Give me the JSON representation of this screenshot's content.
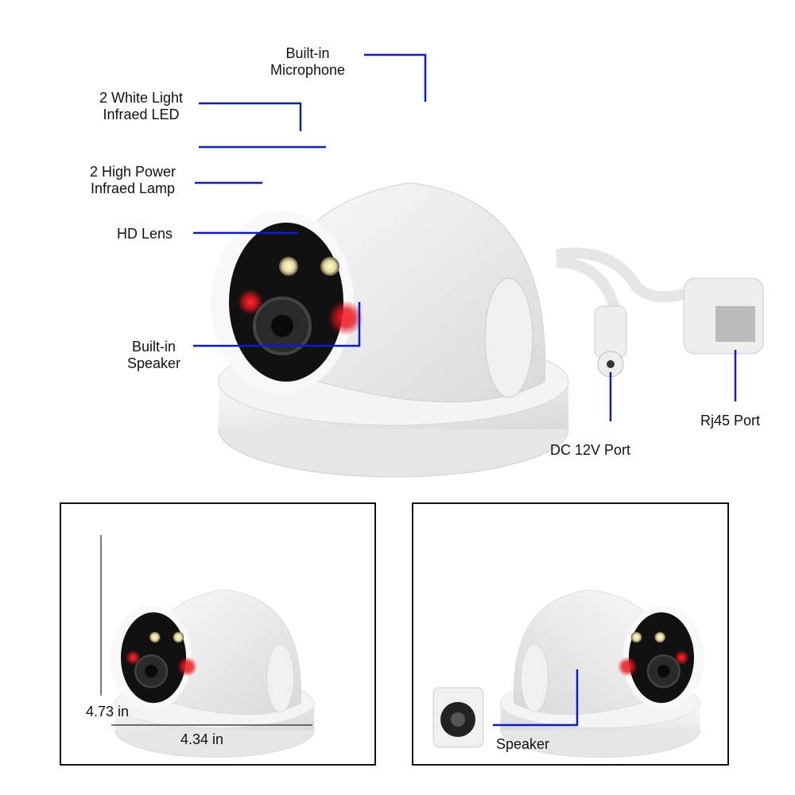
{
  "labels": {
    "microphone_1": "Built-in",
    "microphone_2": "Microphone",
    "white_light_1": "2 White Light",
    "white_light_2": "Infraed LED",
    "ir_lamp_1": "2 High Power",
    "ir_lamp_2": "Infraed Lamp",
    "hd_lens": "HD Lens",
    "speaker_1": "Built-in",
    "speaker_2": "Speaker",
    "dc_port": "DC 12V Port",
    "rj45_port": "Rj45 Port"
  },
  "dimensions": {
    "height": "4.73 in",
    "width": "4.34 in"
  },
  "speaker_detail_label": "Speaker",
  "colors": {
    "leader_line": "#0b1fc8",
    "ir_red": "#e3141c",
    "camera_body": "#f2f2f2"
  }
}
